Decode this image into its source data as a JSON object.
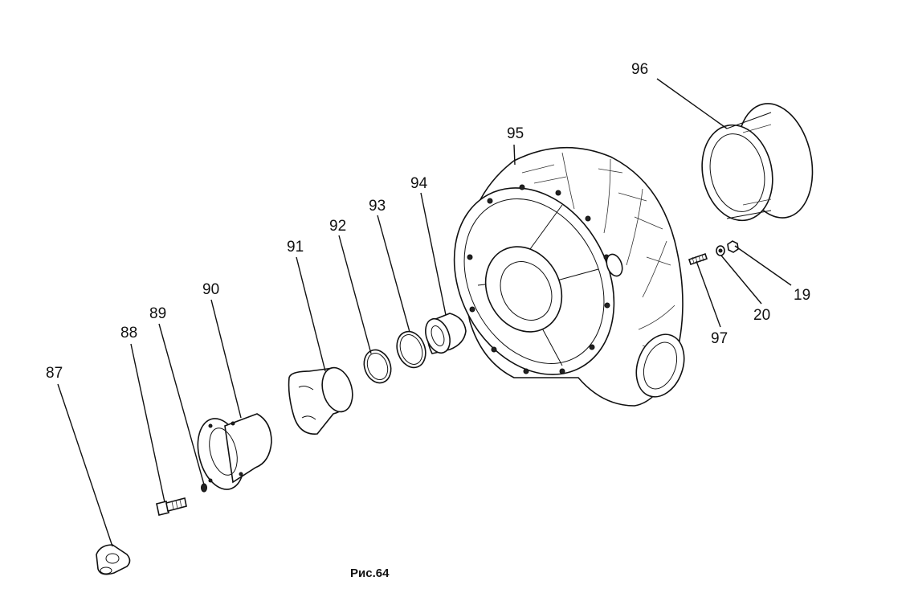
{
  "caption": "Рис.64",
  "callouts": [
    {
      "id": "87",
      "text": "87"
    },
    {
      "id": "88",
      "text": "88"
    },
    {
      "id": "89",
      "text": "89"
    },
    {
      "id": "90",
      "text": "90"
    },
    {
      "id": "91",
      "text": "91"
    },
    {
      "id": "92",
      "text": "92"
    },
    {
      "id": "93",
      "text": "93"
    },
    {
      "id": "94",
      "text": "94"
    },
    {
      "id": "95",
      "text": "95"
    },
    {
      "id": "96",
      "text": "96"
    },
    {
      "id": "97",
      "text": "97"
    },
    {
      "id": "20",
      "text": "20"
    },
    {
      "id": "19",
      "text": "19"
    }
  ]
}
